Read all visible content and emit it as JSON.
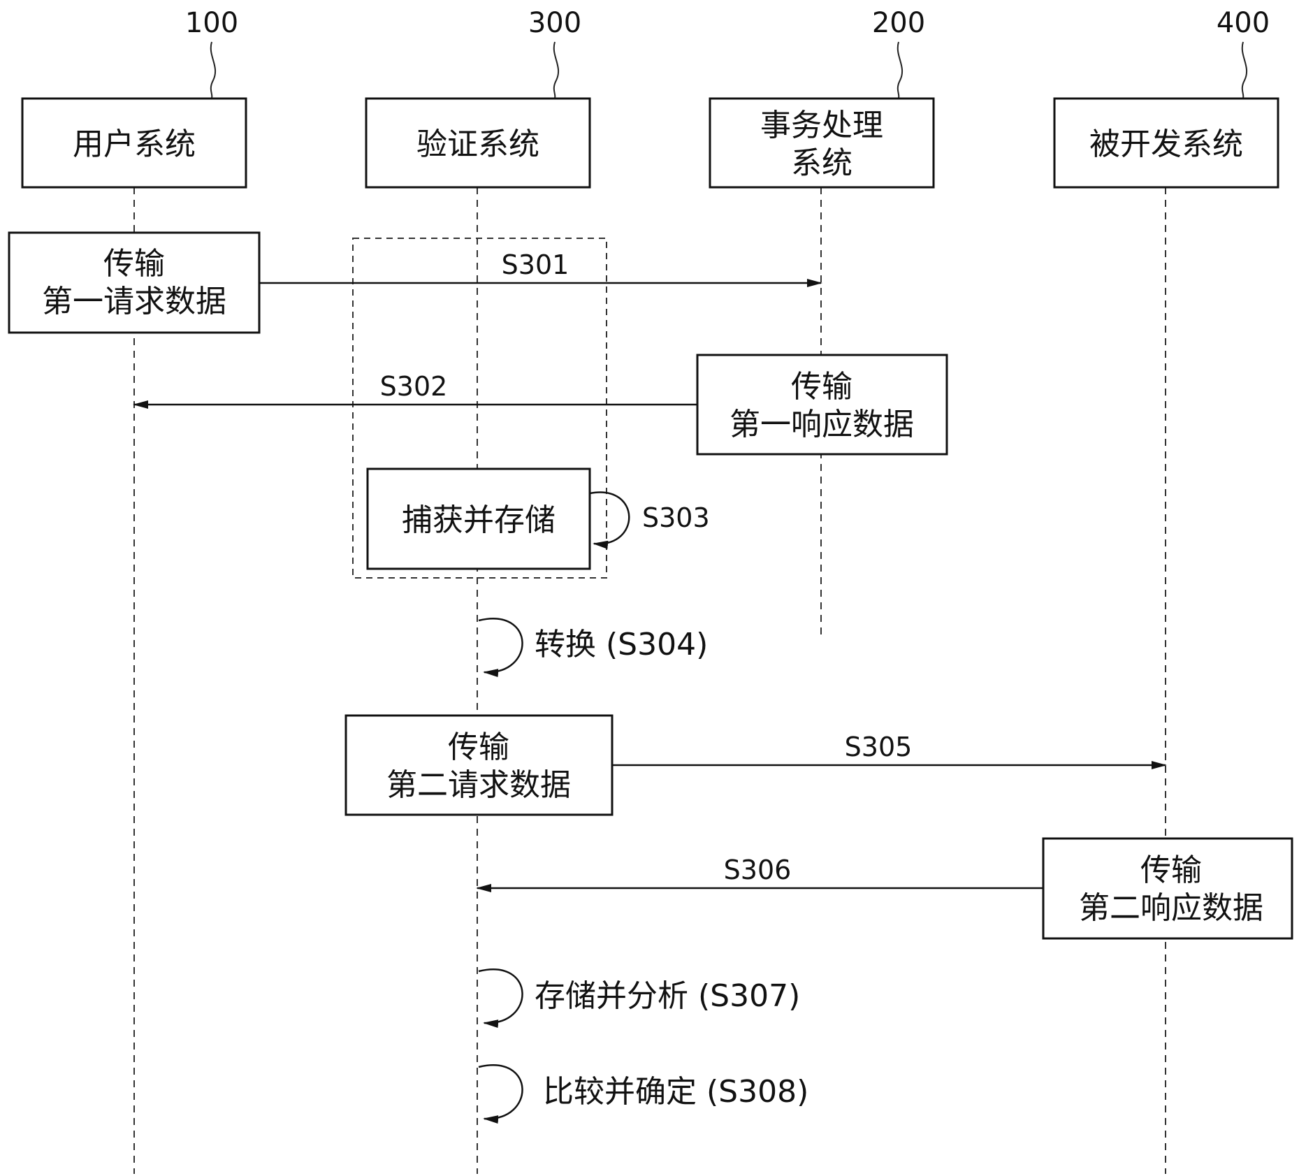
{
  "participants": [
    {
      "id": "user",
      "ref": "100",
      "label_lines": [
        "用户系统"
      ]
    },
    {
      "id": "verify",
      "ref": "300",
      "label_lines": [
        "验证系统"
      ]
    },
    {
      "id": "txn",
      "ref": "200",
      "label_lines": [
        "事务处理",
        "系统"
      ]
    },
    {
      "id": "dev",
      "ref": "400",
      "label_lines": [
        "被开发系统"
      ]
    }
  ],
  "steps": [
    {
      "id": "S301",
      "label": "S301",
      "box_lines": [
        "传输",
        "第一请求数据"
      ]
    },
    {
      "id": "S302",
      "label": "S302",
      "box_lines": [
        "传输",
        "第一响应数据"
      ]
    },
    {
      "id": "S303",
      "label": "S303",
      "box_lines": [
        "捕获并存储"
      ]
    },
    {
      "id": "S304",
      "label": "转换 (S304)"
    },
    {
      "id": "S305",
      "label": "S305",
      "box_lines": [
        "传输",
        "第二请求数据"
      ]
    },
    {
      "id": "S306",
      "label": "S306",
      "box_lines": [
        "传输",
        "第二响应数据"
      ]
    },
    {
      "id": "S307",
      "label": "存储并分析 (S307)"
    },
    {
      "id": "S308",
      "label": "比较并确定 (S308)"
    }
  ]
}
